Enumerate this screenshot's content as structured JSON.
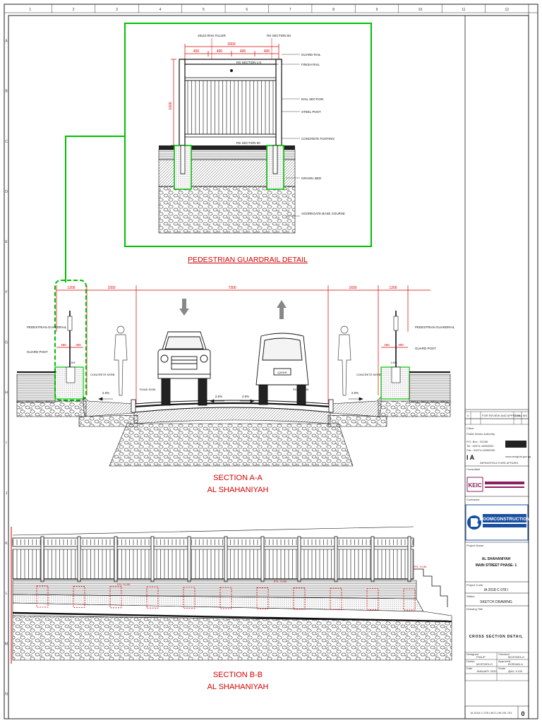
{
  "border": {
    "col_marks": [
      "1",
      "2",
      "3",
      "4",
      "5",
      "6",
      "7",
      "8",
      "9",
      "10",
      "11",
      "12"
    ],
    "row_marks": [
      "A",
      "B",
      "C",
      "D",
      "E",
      "F",
      "G",
      "H",
      "I",
      "J",
      "K",
      "L",
      "M",
      "N"
    ]
  },
  "detail": {
    "title": "PEDESTRIAN GUARDRAIL DETAIL",
    "dims": {
      "total": "2000",
      "panels": [
        "400",
        "400",
        "400",
        "400"
      ],
      "height": "1000"
    },
    "callouts_top": [
      "20x10 RHS FILLER",
      "RS SECTION 50"
    ],
    "callouts_right": [
      "GUARD RAIL",
      "FINISH RAIL",
      "RAIL SECTION",
      "STEEL POST",
      "CONCRETE FOOTING",
      "GRAVEL BED"
    ],
    "callout_mid": "RS SECTION 1.5",
    "callout_base": "RS SECTION 50",
    "callout_bottom": "AGGREGATE BASE COURSE"
  },
  "section_aa": {
    "title": "SECTION A-A",
    "subtitle": "AL SHAHANIYAH",
    "dims": [
      "1200",
      "1550",
      "7300",
      "1600",
      "1200"
    ],
    "sub_dims": [
      "450",
      "300",
      "450",
      "300"
    ],
    "slopes": [
      "2.5%",
      "2.5%",
      "2.5%",
      "2.5%",
      "2.5%",
      "2.5%"
    ],
    "labels_left": [
      "PEDESTRIAN GUARDRAIL",
      "GUARD POST",
      "CONCRETE KERB",
      "ROAD SIGN"
    ],
    "labels_right": [
      "PEDESTRIAN GUARDRAIL",
      "GUARD POST",
      "CONCRETE KERB",
      "ROAD SIGN"
    ],
    "car_plate": "QATAR"
  },
  "section_bb": {
    "title": "SECTION B-B",
    "subtitle": "AL SHAHANIYAH",
    "levels": [
      "FFL +0.50",
      "FFL +0.50",
      "FFL +0.50"
    ]
  },
  "title_block": {
    "rev_row": {
      "rev": "0",
      "desc": "FOR REVIEW AND APPROVAL",
      "date": "JAN",
      "by": "MS"
    },
    "client_label": "Client",
    "client_org": "Public Works Authority",
    "client_addr": [
      "P.O. Box : 22188",
      "Tel : 00974 44950000",
      "Fax : 00974 44950999"
    ],
    "client_abbr": "I A",
    "client_dept": "INFRASTRUCTURE AFFAIRS",
    "client_web": "www.ashghal.gov.qa",
    "consultant_label": "Consultant",
    "consultant_short": "KEIC",
    "contractor_label": "Contractor",
    "contractor_name": "BOOMCONSTRUCTION",
    "project_name_label": "Project Name",
    "project_name": "AL SHAHANIYAH",
    "project_phase": "MAIN STREET PHASE- 1",
    "project_code_label": "Project Code",
    "project_code": "IA 2018 C 078 I",
    "status_label": "Status",
    "status": "SKETCH DRAWING",
    "drawing_title_label": "Drawing Title",
    "drawing_title": "CROSS SECTION DETAIL",
    "designed_label": "Designed",
    "designed": "PHILIP",
    "checked_label": "Checked",
    "checked": "MOSTAFA.O",
    "drawn_label": "Drawn",
    "drawn": "MOSTAFA.O",
    "approved_label": "Approved",
    "approved": "BORHAN.A",
    "date_label": "Date",
    "date": "JANUARY 2020",
    "scale_label": "Scale",
    "scale": "@A1 1:100",
    "drawing_no": "IA 2018 C 078 I-BCC-HE-SK-701",
    "rev": "0"
  },
  "colors": {
    "accent_red": "#d40000",
    "detail_green": "#00c000",
    "boom_blue": "#1a4fa0",
    "line": "#111111"
  }
}
